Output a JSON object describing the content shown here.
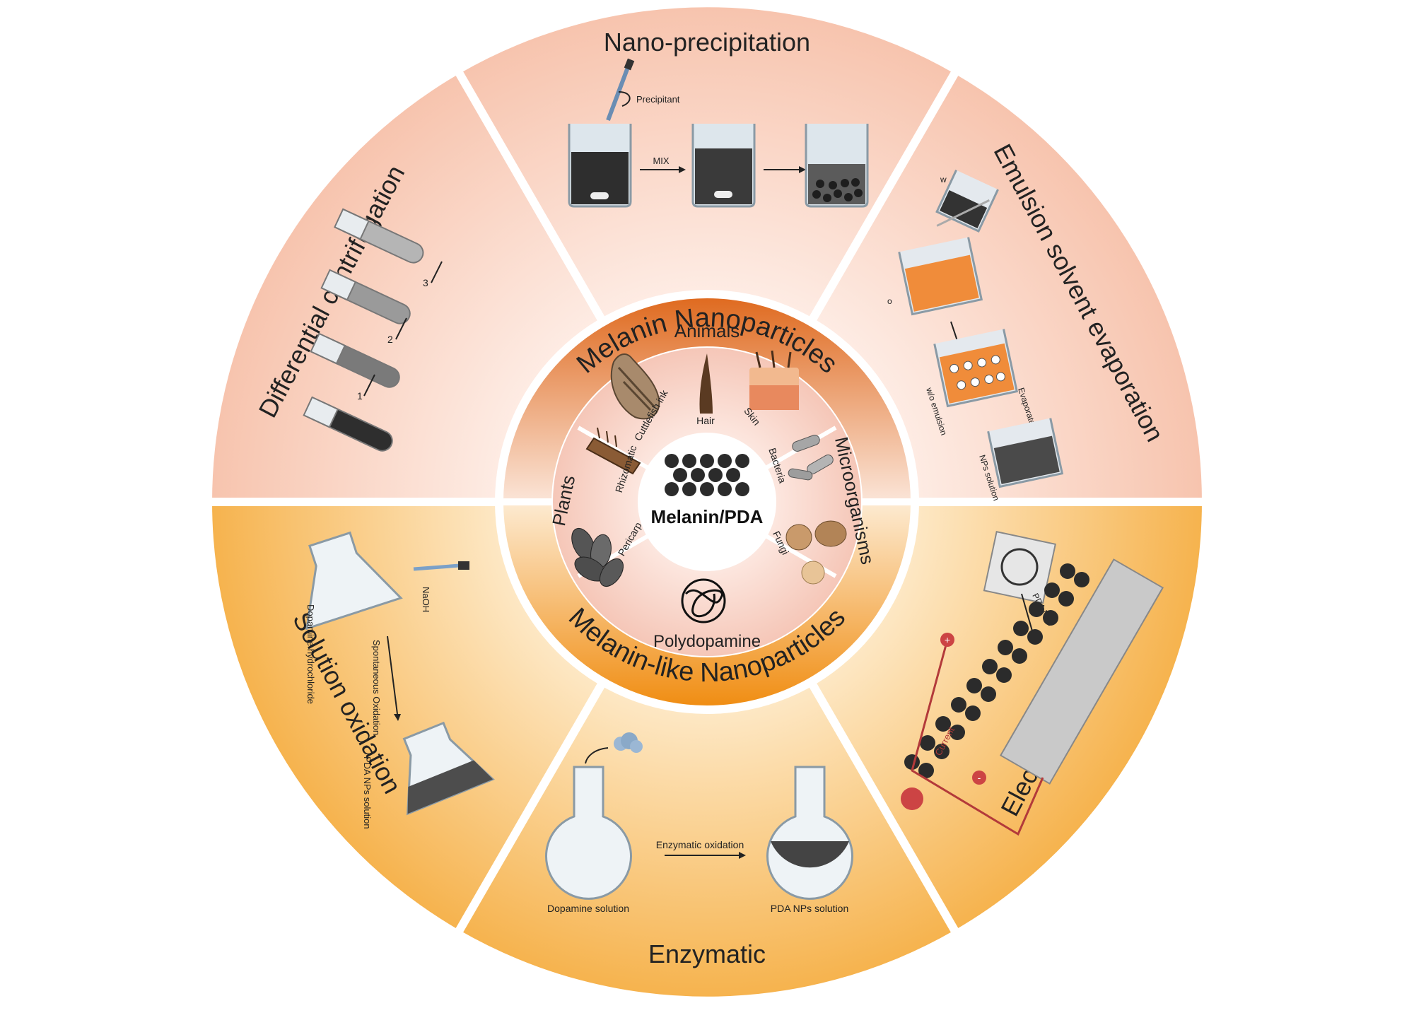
{
  "center": {
    "label": "Melanin/PDA"
  },
  "middle_ring": {
    "top_label": "Melanin Nanoparticles",
    "bottom_label": "Melanin-like Nanoparticles"
  },
  "inner_sectors": {
    "animals": {
      "title": "Animals",
      "items": [
        "Cuttlefish ink",
        "Hair",
        "Skin"
      ]
    },
    "microorganisms": {
      "title": "Microorganisms",
      "items": [
        "Bacteria",
        "Fungi"
      ]
    },
    "plants": {
      "title": "Plants",
      "items": [
        "Rhizomatic",
        "Pericarp"
      ]
    },
    "polydopamine": {
      "title": "Polydopamine"
    }
  },
  "outer_sectors": {
    "nano_precipitation": {
      "title": "Nano-precipitation",
      "labels": {
        "precipitant": "Precipitant",
        "mix": "MIX"
      }
    },
    "emulsion": {
      "title": "Emulsion solvent evaporation",
      "labels": {
        "w": "w",
        "o": "o",
        "wo_emulsion": "w/o emulsion",
        "evaporate": "Evaporate solvent",
        "nps_solution": "NPs solution"
      }
    },
    "electro": {
      "title": "Electro-polymerization",
      "labels": {
        "pda_nps": "PDA NPs",
        "current": "Current",
        "plus": "+",
        "minus": "-"
      }
    },
    "enzymatic": {
      "title": "Enzymatic",
      "labels": {
        "dopamine_solution": "Dopamine solution",
        "enzymatic_oxidation": "Enzymatic oxidation",
        "pda_solution": "PDA NPs solution"
      }
    },
    "solution_oxidation": {
      "title": "Solution oxidation",
      "labels": {
        "dopamine_hcl": "Dopamine hydrochloride",
        "naoh": "NaOH",
        "spontaneous": "Spontaneous Oxidation",
        "pda_solution": "PDA NPs solution"
      }
    },
    "differential": {
      "title": "Differential centrifugation",
      "labels": {
        "step1": "1",
        "step2": "2",
        "step3": "3"
      }
    }
  },
  "colors": {
    "outer_top": "#f7c9b5",
    "outer_bottom": "#f6b85a",
    "ring_top": "#e5762a",
    "ring_bottom": "#f39a1e",
    "inner": "#f7d3c7",
    "particle": "#2b2b2b"
  }
}
